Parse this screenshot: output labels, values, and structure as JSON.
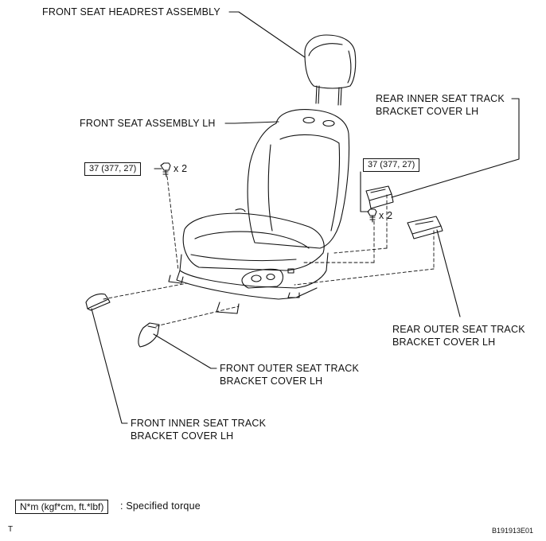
{
  "labels": {
    "headrest": "FRONT SEAT HEADREST ASSEMBLY",
    "seat_assembly": "FRONT SEAT ASSEMBLY LH",
    "rear_inner_1": "REAR INNER SEAT TRACK",
    "rear_inner_2": "BRACKET COVER LH",
    "rear_outer_1": "REAR OUTER SEAT TRACK",
    "rear_outer_2": "BRACKET COVER LH",
    "front_outer_1": "FRONT OUTER SEAT TRACK",
    "front_outer_2": "BRACKET COVER LH",
    "front_inner_1": "FRONT INNER SEAT TRACK",
    "front_inner_2": "BRACKET COVER LH"
  },
  "torque": {
    "left_value": "37 (377, 27)",
    "left_qty": "x 2",
    "right_value": "37 (377, 27)",
    "right_qty": "x 2"
  },
  "legend": {
    "unit_box": "N*m (kgf*cm, ft.*lbf)",
    "description": ": Specified torque"
  },
  "corner_letter": "T",
  "figure_code": "B191913E01"
}
